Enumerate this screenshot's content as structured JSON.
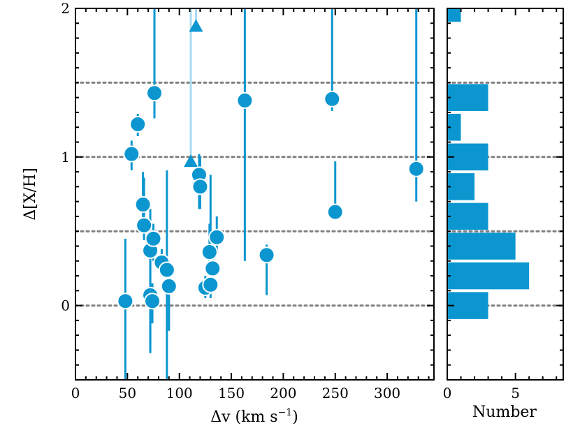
{
  "colors": {
    "point": "#0b96d0",
    "lower_limit": "#a8dcf2",
    "reference_line": "#808080",
    "frame": "#000000"
  },
  "chart_data": [
    {
      "type": "scatter",
      "xlabel_main": "Δv (km s",
      "xlabel_exp": "−1",
      "xlabel_close": ")",
      "ylabel": "Δ[X/H]",
      "xlim": [
        0,
        345
      ],
      "ylim": [
        -0.5,
        2.0
      ],
      "xticks": [
        0,
        50,
        100,
        150,
        200,
        250,
        300
      ],
      "xtick_labels": [
        "0",
        "50",
        "100",
        "150",
        "200",
        "250",
        "300"
      ],
      "yticks": [
        0,
        1,
        2
      ],
      "ytick_labels": [
        "0",
        "1",
        "2"
      ],
      "reference_lines_y": [
        0,
        0.5,
        1.0,
        1.5
      ],
      "grid": false,
      "measurements": [
        {
          "x": 48,
          "y": 0.03,
          "ylo": -0.5,
          "yhi": 0.45
        },
        {
          "x": 54,
          "y": 1.02,
          "ylo": 0.91,
          "yhi": 1.11
        },
        {
          "x": 60,
          "y": 1.22,
          "ylo": 1.14,
          "yhi": 1.29
        },
        {
          "x": 65,
          "y": 0.68,
          "ylo": 0.56,
          "yhi": 0.9
        },
        {
          "x": 66,
          "y": 0.54,
          "ylo": 0.44,
          "yhi": 0.86
        },
        {
          "x": 72,
          "y": 0.37,
          "ylo": -0.32,
          "yhi": 0.65
        },
        {
          "x": 72,
          "y": 0.07,
          "ylo": -0.3,
          "yhi": 0.3
        },
        {
          "x": 74,
          "y": 0.03,
          "ylo": -0.12,
          "yhi": 0.15
        },
        {
          "x": 75,
          "y": 0.45,
          "ylo": 0.3,
          "yhi": 0.55
        },
        {
          "x": 76,
          "y": 1.43,
          "ylo": 1.26,
          "yhi": 2.0
        },
        {
          "x": 83,
          "y": 0.29,
          "ylo": 0.2,
          "yhi": 0.38
        },
        {
          "x": 88,
          "y": 0.24,
          "ylo": -0.5,
          "yhi": 0.91
        },
        {
          "x": 90,
          "y": 0.13,
          "ylo": -0.17,
          "yhi": 0.3
        },
        {
          "x": 119,
          "y": 0.88,
          "ylo": 0.65,
          "yhi": 1.02
        },
        {
          "x": 120,
          "y": 0.8,
          "ylo": 0.65,
          "yhi": 1.0
        },
        {
          "x": 125,
          "y": 0.12,
          "ylo": 0.05,
          "yhi": 0.2
        },
        {
          "x": 129,
          "y": 0.36,
          "ylo": 0.2,
          "yhi": 0.55
        },
        {
          "x": 130,
          "y": 0.14,
          "ylo": 0.05,
          "yhi": 0.88
        },
        {
          "x": 132,
          "y": 0.25,
          "ylo": 0.15,
          "yhi": 0.4
        },
        {
          "x": 136,
          "y": 0.46,
          "ylo": 0.35,
          "yhi": 0.6
        },
        {
          "x": 163,
          "y": 1.38,
          "ylo": 0.3,
          "yhi": 2.0
        },
        {
          "x": 184,
          "y": 0.34,
          "ylo": 0.07,
          "yhi": 0.41
        },
        {
          "x": 247,
          "y": 1.39,
          "ylo": 1.31,
          "yhi": 2.0
        },
        {
          "x": 250,
          "y": 0.63,
          "ylo": 0.6,
          "yhi": 0.97
        },
        {
          "x": 328,
          "y": 0.92,
          "ylo": 0.7,
          "yhi": 2.0
        }
      ],
      "lower_limits": [
        {
          "x": 111,
          "y": 0.97,
          "yhi": 2.0
        },
        {
          "x": 116,
          "y": 1.88,
          "yhi": 2.0
        }
      ]
    },
    {
      "type": "bar",
      "orientation": "horizontal",
      "xlabel": "Number",
      "xlim": [
        0,
        8.5
      ],
      "xticks": [
        0,
        5
      ],
      "xtick_labels": [
        "0",
        "5"
      ],
      "ylim": [
        -0.5,
        2.0
      ],
      "bins": [
        {
          "y_from": -0.1,
          "y_to": 0.1,
          "count": 3
        },
        {
          "y_from": 0.1,
          "y_to": 0.3,
          "count": 6
        },
        {
          "y_from": 0.3,
          "y_to": 0.5,
          "count": 5
        },
        {
          "y_from": 0.5,
          "y_to": 0.7,
          "count": 3
        },
        {
          "y_from": 0.7,
          "y_to": 0.9,
          "count": 2
        },
        {
          "y_from": 0.9,
          "y_to": 1.1,
          "count": 3
        },
        {
          "y_from": 1.1,
          "y_to": 1.3,
          "count": 1
        },
        {
          "y_from": 1.3,
          "y_to": 1.5,
          "count": 3
        },
        {
          "y_from": 1.5,
          "y_to": 1.7,
          "count": 0
        },
        {
          "y_from": 1.7,
          "y_to": 1.9,
          "count": 0
        },
        {
          "y_from": 1.9,
          "y_to": 2.1,
          "count": 1
        }
      ]
    }
  ]
}
